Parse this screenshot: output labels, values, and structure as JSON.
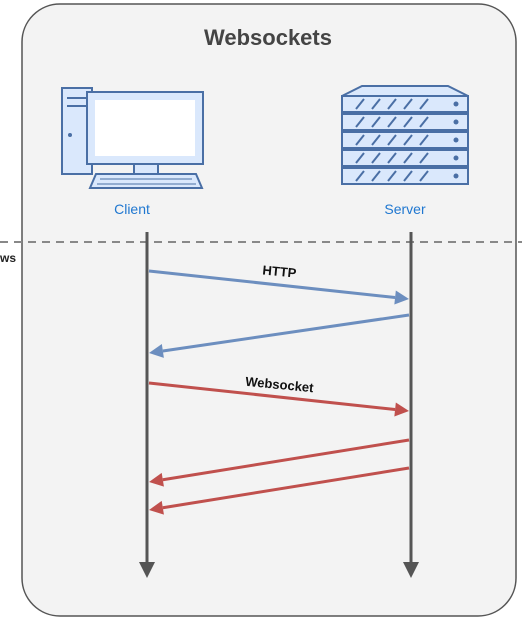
{
  "title": "Websockets",
  "cutoff_label": "ws",
  "participants": {
    "client": {
      "label": "Client",
      "icon": "desktop-computer-icon"
    },
    "server": {
      "label": "Server",
      "icon": "server-rack-icon"
    }
  },
  "messages": [
    {
      "label": "HTTP",
      "from": "client",
      "to": "server",
      "kind": "http"
    },
    {
      "label": "",
      "from": "server",
      "to": "client",
      "kind": "http"
    },
    {
      "label": "Websocket",
      "from": "client",
      "to": "server",
      "kind": "websocket"
    },
    {
      "label": "",
      "from": "server",
      "to": "client",
      "kind": "websocket"
    },
    {
      "label": "",
      "from": "server",
      "to": "client",
      "kind": "websocket"
    }
  ],
  "colors": {
    "panel_fill": "#f3f3f3",
    "panel_stroke": "#555555",
    "lifeline": "#555555",
    "http_arrow": "#6c8ebf",
    "websocket_arrow": "#c0504d",
    "participant_label": "#1f77d0",
    "icon_blue": "#4a6fa5",
    "icon_fill": "#dae8fc",
    "divider": "#888888"
  }
}
